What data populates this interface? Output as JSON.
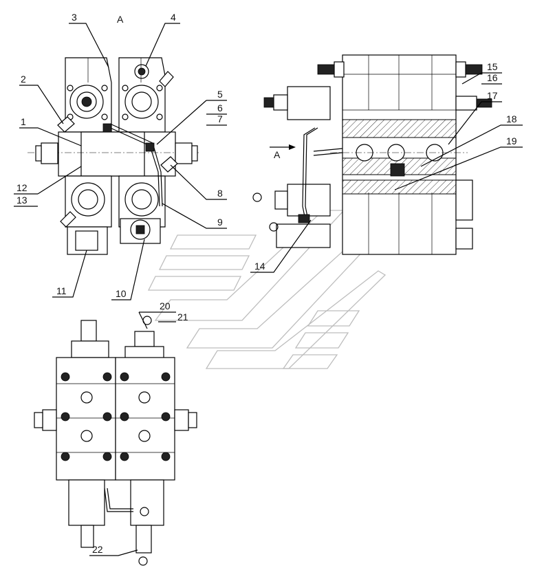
{
  "view_marks": {
    "top": "A",
    "arrow": "A"
  },
  "callouts": [
    "1",
    "2",
    "3",
    "4",
    "5",
    "6",
    "7",
    "8",
    "9",
    "10",
    "11",
    "12",
    "13",
    "14",
    "15",
    "16",
    "17",
    "18",
    "19",
    "20",
    "21",
    "22"
  ]
}
